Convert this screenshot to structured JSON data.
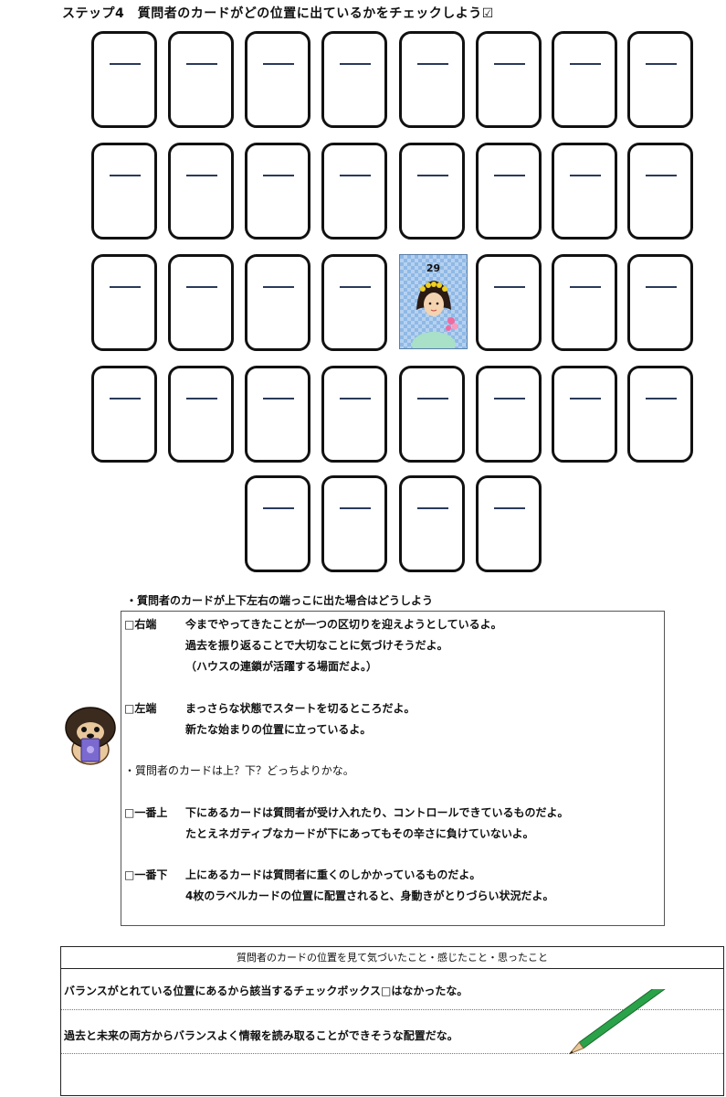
{
  "title": "ステップ4　質問者のカードがどの位置に出ているかをチェックしよう☑",
  "spread": {
    "rows": [
      {
        "count": 8
      },
      {
        "count": 8
      },
      {
        "count": 8,
        "drawn_index": 4
      },
      {
        "count": 8
      },
      {
        "count": 4
      }
    ],
    "drawn_card": {
      "number": "29"
    }
  },
  "question_box": {
    "heading": "・質問者のカードが上下左右の端っこに出た場合はどうしよう",
    "right": {
      "label": "□右端",
      "lines": [
        "今までやってきたことが一つの区切りを迎えようとしているよ。",
        "過去を振り返ることで大切なことに気づけそうだよ。",
        "（ハウスの連鎖が活躍する場面だよ。）"
      ]
    },
    "left": {
      "label": "□左端",
      "lines": [
        "まっさらな状態でスタートを切るところだよ。",
        "新たな始まりの位置に立っているよ。"
      ]
    },
    "updown_question": "・質問者のカードは上？下？どっちよりかな。",
    "top": {
      "label": "□一番上",
      "lines": [
        "下にあるカードは質問者が受け入れたり、コントロールできているものだよ。",
        "たとえネガティブなカードが下にあってもその辛さに負けていないよ。"
      ]
    },
    "bottom": {
      "label": "□一番下",
      "lines": [
        "上にあるカードは質問者に重くのしかかっているものだよ。",
        "4枚のラベルカードの位置に配置されると、身動きがとりづらい状況だよ。"
      ]
    }
  },
  "reflection": {
    "header": "質問者のカードの位置を見て気づいたこと・感じたこと・思ったこと",
    "lines": [
      "バランスがとれている位置にあるから該当するチェックボックス□はなかったな。",
      "過去と未来の両方からバランスよく情報を読み取ることができそうな配置だな。"
    ]
  }
}
